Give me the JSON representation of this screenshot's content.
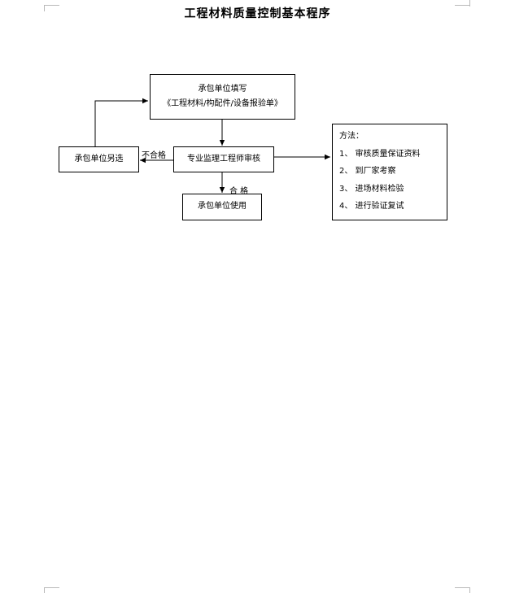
{
  "document": {
    "title": "工程材料质量控制基本程序"
  },
  "flow": {
    "submit_box": {
      "line1": "承包单位填写",
      "line2": "《工程材料/构配件/设备报验单》"
    },
    "review_box": "专业监理工程师审核",
    "reject_box": "承包单位另选",
    "use_box": "承包单位使用",
    "reject_label": "不合格",
    "pass_label": "合  格"
  },
  "methods": {
    "heading": "方法：",
    "items": [
      "1、  审核质量保证资料",
      "2、  到厂家考察",
      "3、  进场材料检验",
      "4、  进行验证复试"
    ]
  }
}
